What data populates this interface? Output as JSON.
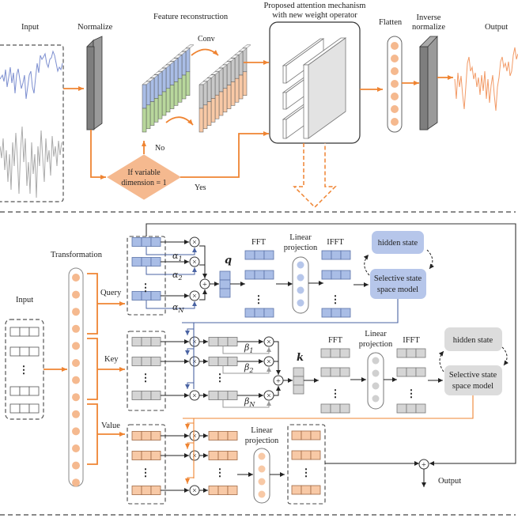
{
  "colors": {
    "orange": "#ef8432",
    "orange_light": "#f5b98f",
    "orange_fill": "#f8c9a6",
    "blue_fill": "#a9bde6",
    "blue_stroke": "#5a72a8",
    "blue_line": "#4a63a3",
    "blue_box": "#b6c6ea",
    "green_fill": "#b8d79c",
    "gray_fill": "#d5d5d5",
    "gray_dark": "#7a7a7a",
    "gray_box": "#dcdcdc",
    "black_line": "#222222",
    "dash": "#444444"
  },
  "top": {
    "input_label": "Input",
    "normalize_label": "Normalize",
    "feature_reconstruction_label": "Feature reconstruction",
    "conv_label": "Conv",
    "attention_label_line1": "Proposed attention mechanism",
    "attention_label_line2": "with new weight operator",
    "flatten_label": "Flatten",
    "inverse_normalize_line1": "Inverse",
    "inverse_normalize_line2": "normalize",
    "output_label": "Output",
    "decision_line1": "If variable",
    "decision_line2": "dimension = 1",
    "no_label": "No",
    "yes_label": "Yes"
  },
  "bottom": {
    "input_label": "Input",
    "transformation_label": "Transformation",
    "query_label": "Query",
    "key_label": "Key",
    "value_label": "Value",
    "alpha": [
      "α",
      "α",
      "α"
    ],
    "alpha_sub": [
      "1",
      "2",
      "N"
    ],
    "beta": [
      "β",
      "β",
      "β"
    ],
    "beta_sub": [
      "1",
      "2",
      "N"
    ],
    "q_label": "q",
    "k_label": "k",
    "fft_label": "FFT",
    "linear_projection_line1": "Linear",
    "linear_projection_line2": "projection",
    "ifft_label": "IFFT",
    "hidden_state_label": "hidden state",
    "ssm_line1": "Selective state",
    "ssm_line2": "space model",
    "output_label": "Output",
    "dots": "⋮",
    "mult": "×",
    "plus": "+"
  }
}
